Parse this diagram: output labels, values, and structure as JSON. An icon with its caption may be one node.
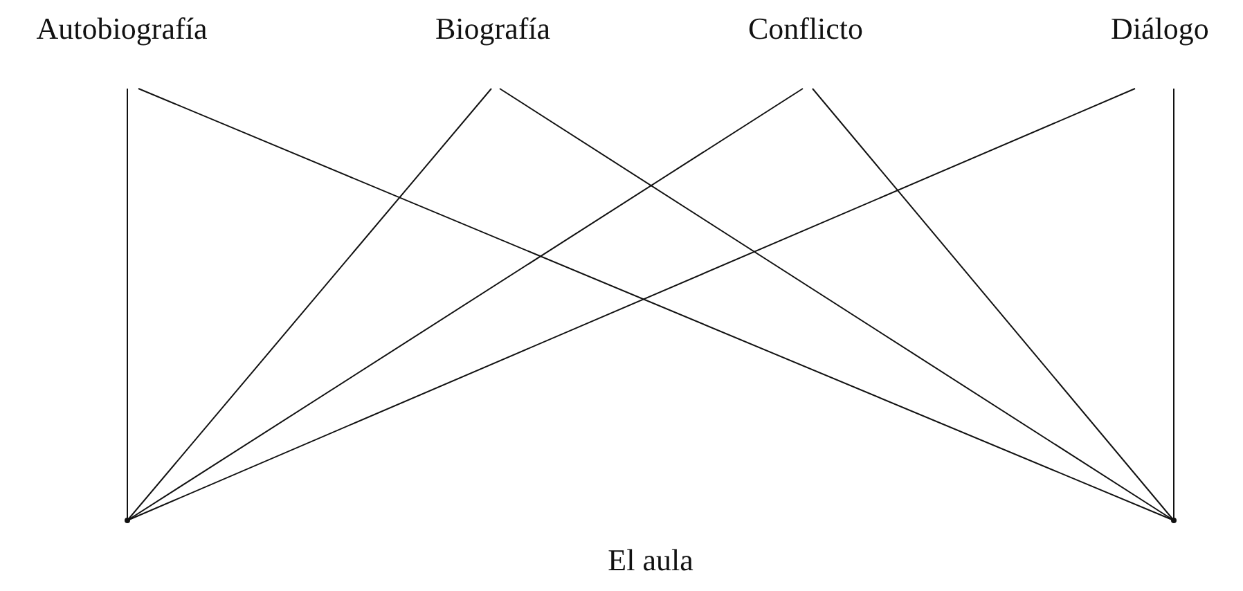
{
  "diagram": {
    "nodes": [
      {
        "text": [
          "Autobiografía"
        ]
      },
      {
        "text": [
          "Biografía"
        ]
      },
      {
        "text": [
          "Conflicto"
        ]
      },
      {
        "text": [
          "Diálogo"
        ]
      },
      {
        "text": [],
        "shape": "point"
      },
      {
        "text": [],
        "shape": "point"
      }
    ],
    "edges": [
      {
        "from": 0,
        "to": 4,
        "arrow": "none"
      },
      {
        "from": 0,
        "to": 5,
        "arrow": "none"
      },
      {
        "from": 1,
        "to": 4,
        "arrow": "none"
      },
      {
        "from": 1,
        "to": 5,
        "arrow": "none"
      },
      {
        "from": 2,
        "to": 4,
        "arrow": "none"
      },
      {
        "from": 2,
        "to": 5,
        "arrow": "none"
      },
      {
        "from": 3,
        "to": 4,
        "arrow": "none"
      },
      {
        "from": 3,
        "to": 5,
        "arrow": "none"
      }
    ],
    "labels": [
      "El aula"
    ]
  }
}
